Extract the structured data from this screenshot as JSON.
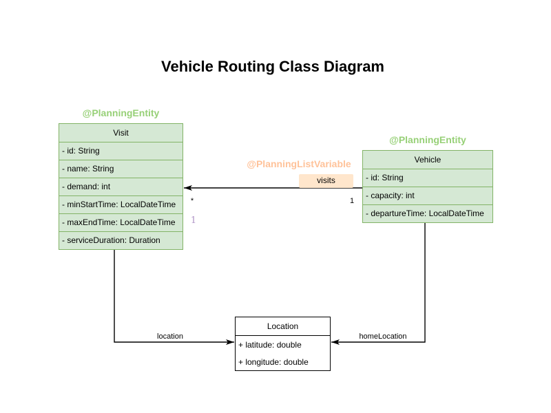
{
  "title": "Vehicle Routing Class Diagram",
  "colors": {
    "entity_fill": "#d5e8d4",
    "entity_border": "#82b366",
    "entity_annotation_text": "#97d077",
    "list_variable_annotation_text": "#ffc299",
    "visits_label_bg": "#ffe6cc",
    "plain_class_fill": "#ffffff",
    "plain_class_border": "#000000",
    "lilac_multiplicity_text": "#b094c6",
    "edge_color": "#000000"
  },
  "classes": {
    "visit": {
      "annotation": "@PlanningEntity",
      "name": "Visit",
      "attributes": [
        "- id: String",
        "- name: String",
        "- demand: int",
        "- minStartTime: LocalDateTime",
        "- maxEndTime: LocalDateTime",
        "- serviceDuration: Duration"
      ]
    },
    "vehicle": {
      "annotation": "@PlanningEntity",
      "name": "Vehicle",
      "attributes": [
        "- id: String",
        "- capacity: int",
        "- departureTime: LocalDateTime"
      ]
    },
    "location": {
      "name": "Location",
      "attributes": [
        "+ latitude: double",
        "+ longitude: double"
      ]
    }
  },
  "relationships": {
    "visits": {
      "annotation": "@PlanningListVariable",
      "label": "visits",
      "target_multiplicity": "*",
      "source_multiplicity": "1",
      "extra_multiplicity": "1"
    },
    "location": {
      "label": "location"
    },
    "home_location": {
      "label": "homeLocation"
    }
  }
}
